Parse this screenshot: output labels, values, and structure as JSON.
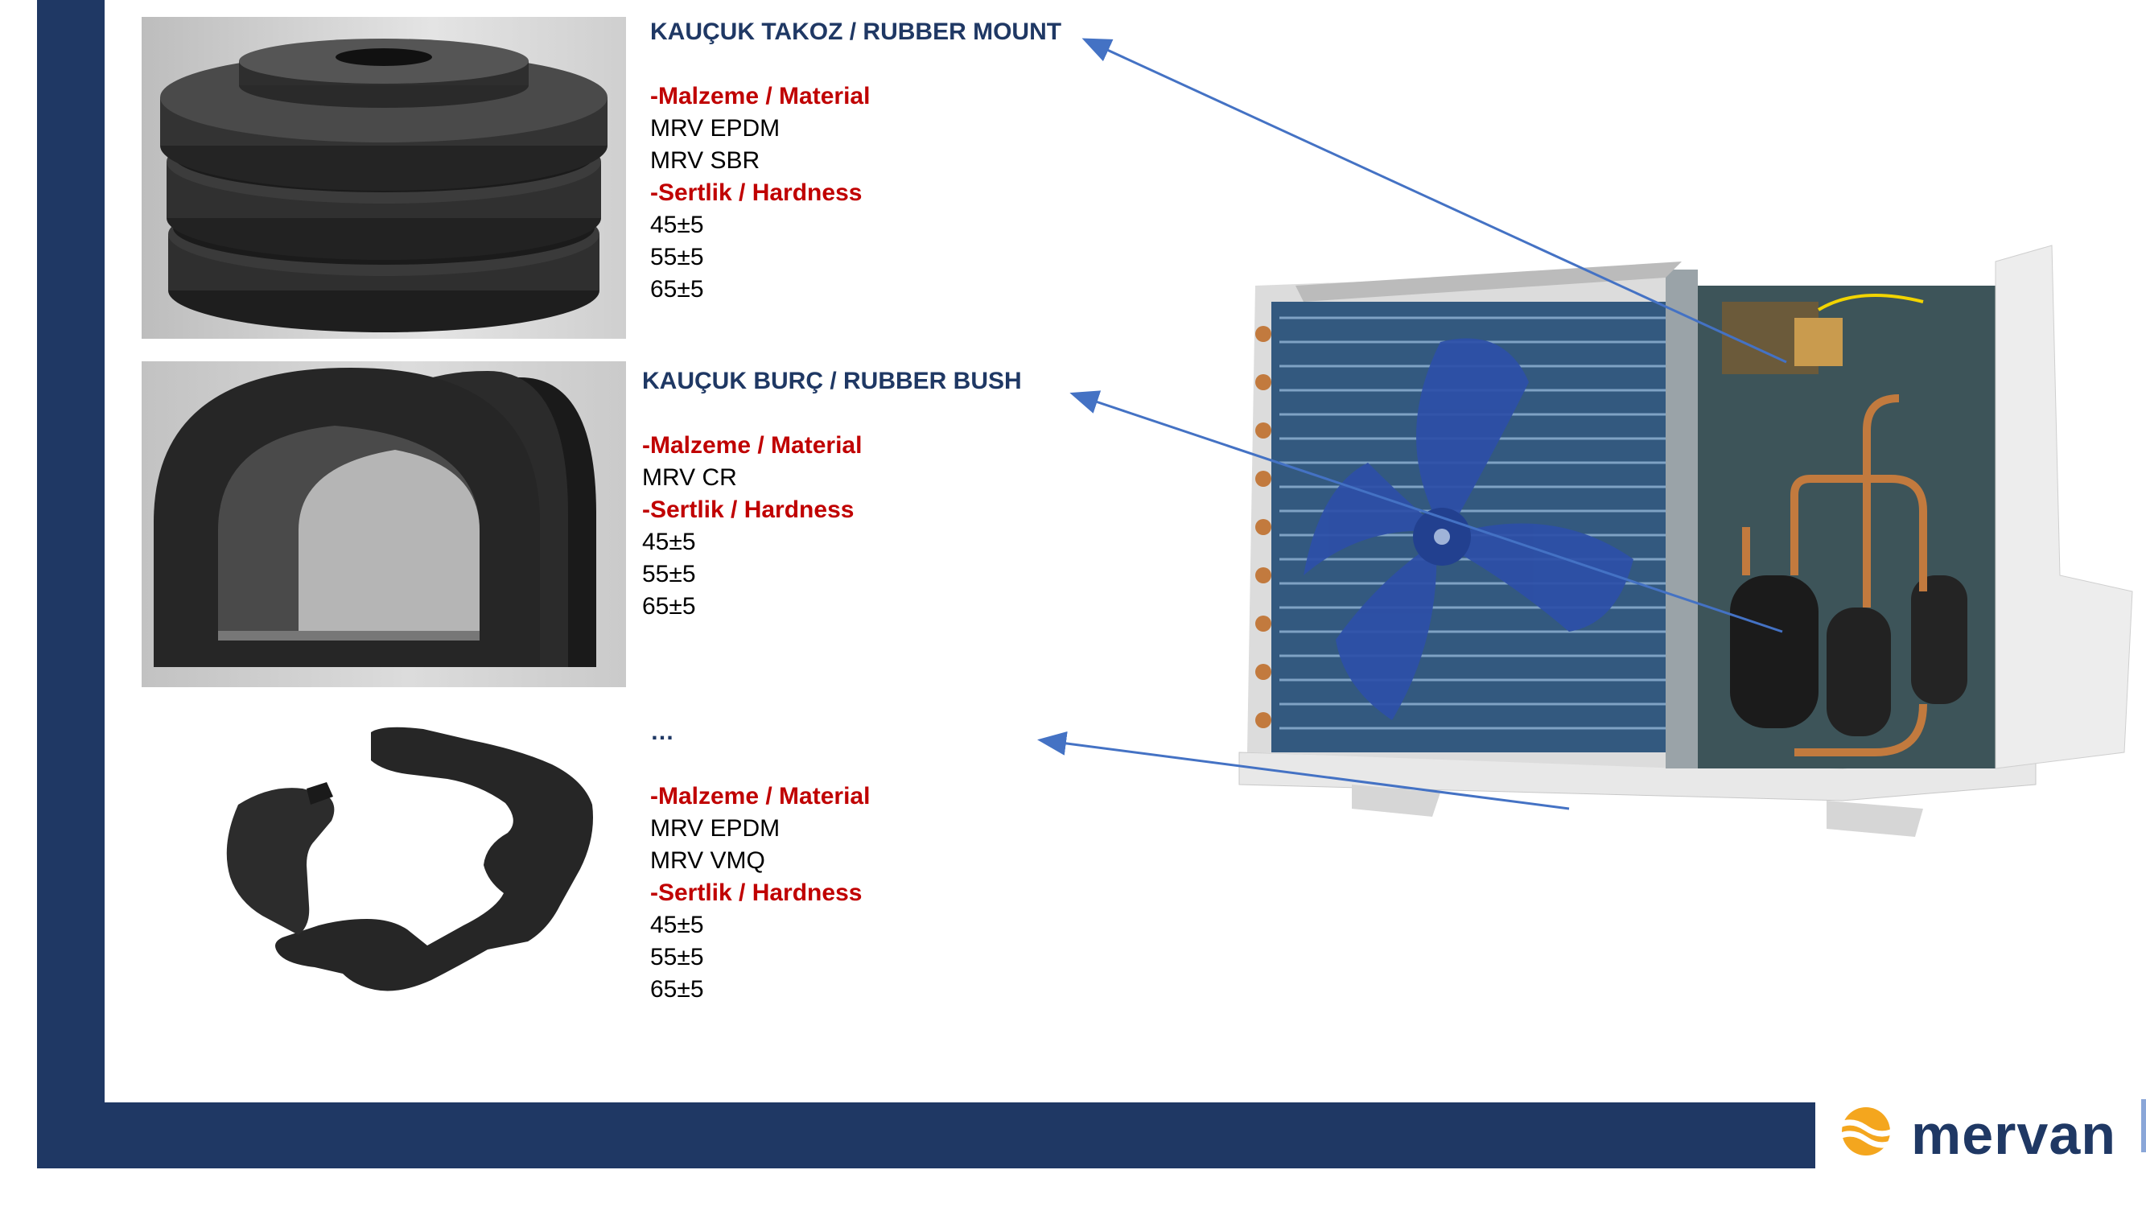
{
  "products": [
    {
      "title": "KAUÇUK TAKOZ / RUBBER MOUNT",
      "material_label": "-Malzeme / Material",
      "materials": [
        "MRV EPDM",
        "MRV SBR"
      ],
      "hardness_label": "-Sertlik / Hardness",
      "hardness": [
        "45±5",
        "55±5",
        "65±5"
      ]
    },
    {
      "title": "KAUÇUK BURÇ / RUBBER BUSH",
      "material_label": "-Malzeme / Material",
      "materials": [
        "MRV CR"
      ],
      "hardness_label": "-Sertlik / Hardness",
      "hardness": [
        "45±5",
        "55±5",
        "65±5"
      ]
    },
    {
      "title": "…",
      "material_label": "-Malzeme / Material",
      "materials": [
        "MRV EPDM",
        "MRV VMQ"
      ],
      "hardness_label": "-Sertlik / Hardness",
      "hardness": [
        "45±5",
        "55±5",
        "65±5"
      ]
    }
  ],
  "logo": {
    "text": "mervan"
  },
  "colors": {
    "navy": "#1f3864",
    "red": "#c00000",
    "arrow": "#4472c4",
    "logo_orange": "#f4a61e"
  },
  "icons": [
    "rubber-mount-image",
    "rubber-bush-image",
    "rubber-clip-image",
    "outdoor-ac-unit-image",
    "mervan-wave-icon"
  ]
}
